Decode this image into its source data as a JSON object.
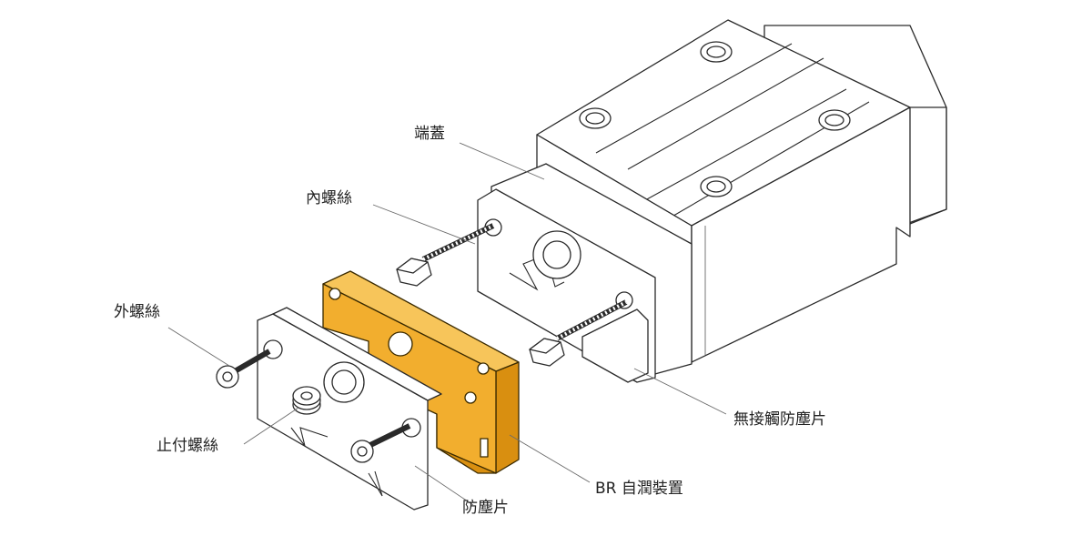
{
  "colors": {
    "lubricator": "#F2AE2E",
    "lubricator_side": "#D98F10",
    "lubricator_top": "#F7C55A",
    "line": "#2a2a2a",
    "leader": "#6b6b6b",
    "text": "#222222"
  },
  "labels": {
    "end_cap": "端蓋",
    "inner_screw": "內螺絲",
    "outer_screw": "外螺絲",
    "set_screw": "止付螺絲",
    "dust_plate": "防塵片",
    "br_lubricator": "BR 自潤裝置",
    "non_contact_seal": "無接觸防塵片"
  }
}
